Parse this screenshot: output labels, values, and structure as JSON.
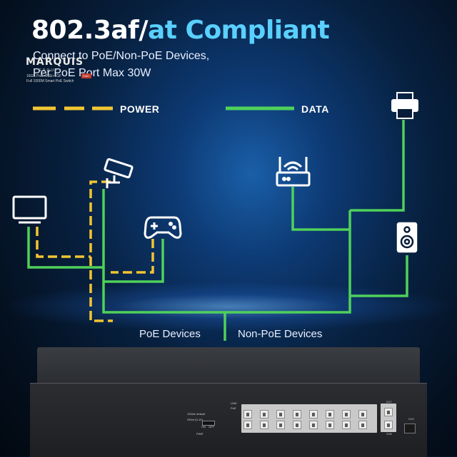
{
  "headline": {
    "part1": "802.3af/",
    "part2": "at Compliant",
    "accent_color": "#5ad0ff"
  },
  "subtitle": {
    "line1": "Connect to  PoE/Non-PoE Devices,",
    "line2": "Per PoE Port Max 30W"
  },
  "legend": {
    "power_label": "POWER",
    "power_color": "#f2c531",
    "data_label": "DATA",
    "data_color": "#4fd15a"
  },
  "groups": {
    "poe_label": "PoE Devices",
    "non_poe_label": "Non-PoE Devices"
  },
  "devices": {
    "poe": [
      "monitor-icon",
      "cctv-camera-icon",
      "gamepad-icon"
    ],
    "non_poe": [
      "wifi-router-icon",
      "printer-icon",
      "speaker-icon"
    ]
  },
  "switch": {
    "brand": "MARQUIS",
    "brand_sub": "GROUP",
    "model_line1": "16GE PoE+2GE+1GF",
    "poe_badge": "PoE+",
    "model_line2": "Full 1000M Smart PoE Switch",
    "mode_label": "10Gbe default",
    "mode_label2": "250m (0-10)",
    "on_label": "ON",
    "off_label": "OFF",
    "link_label": "LINK",
    "poe_led_label": "PoE",
    "pwr_label": "PWR",
    "sfp_label": "G19",
    "uplink_labels": [
      "G17",
      "G18"
    ]
  }
}
